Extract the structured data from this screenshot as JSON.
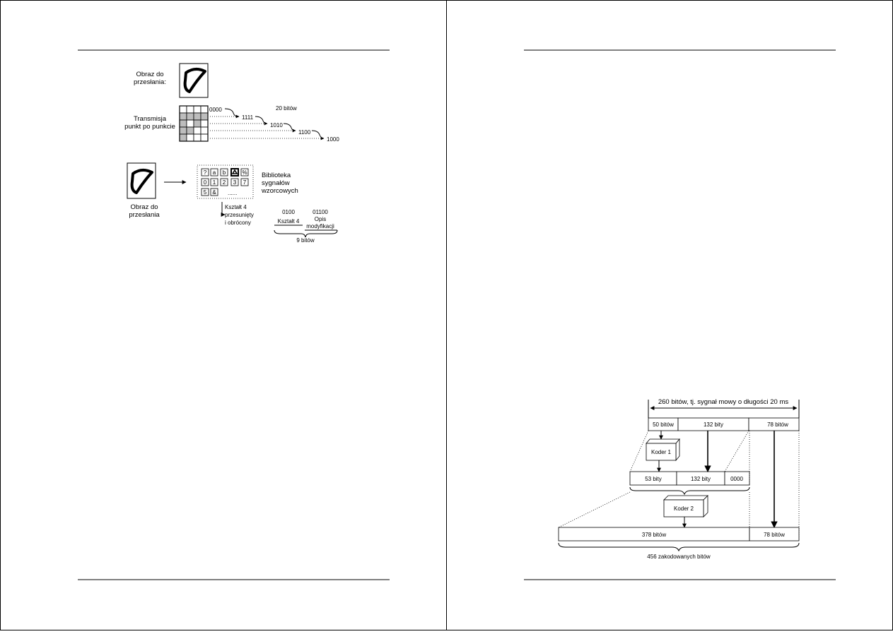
{
  "left_page": {
    "point_transmission": {
      "image_label": [
        "Obraz do",
        "przesłania:"
      ],
      "method_label": [
        "Transmisja",
        "punkt po punkcie"
      ],
      "bit_groups": [
        "0000",
        "1111",
        "1010",
        "1100",
        "1000"
      ],
      "total_bits": "20 bitów"
    },
    "library_transmission": {
      "image_label": [
        "Obraz do",
        "przesłania"
      ],
      "library_symbols": [
        "?",
        "a",
        "b",
        "",
        "%",
        "0",
        "1",
        "2",
        "3",
        "7",
        "5",
        "&"
      ],
      "library_more": "......",
      "library_label": [
        "Biblioteka",
        "sygnałów",
        "wzorcowych"
      ],
      "shape_note": [
        "Kształt 4",
        "przesunięty",
        "i obrócony"
      ],
      "code_shape": "0100",
      "code_shape_label": "Kształt 4",
      "code_mod": "01100",
      "code_mod_label": [
        "Opis",
        "modyfikacji"
      ],
      "total_bits": "9 bitów"
    }
  },
  "right_page": {
    "gsm_coding": {
      "top_span_label": "260 bitów, tj. sygnał mowy o długości 20 ms",
      "input_blocks": [
        "50 bitów",
        "132 bity",
        "78 bitów"
      ],
      "coder1": "Koder 1",
      "coder2": "Koder 2",
      "middle_blocks": [
        "53 bity",
        "132 bity",
        "0000"
      ],
      "output_blocks": [
        "378 bitów",
        "78 bitów"
      ],
      "bottom_span_label": "456 zakodowanych bitów"
    }
  }
}
